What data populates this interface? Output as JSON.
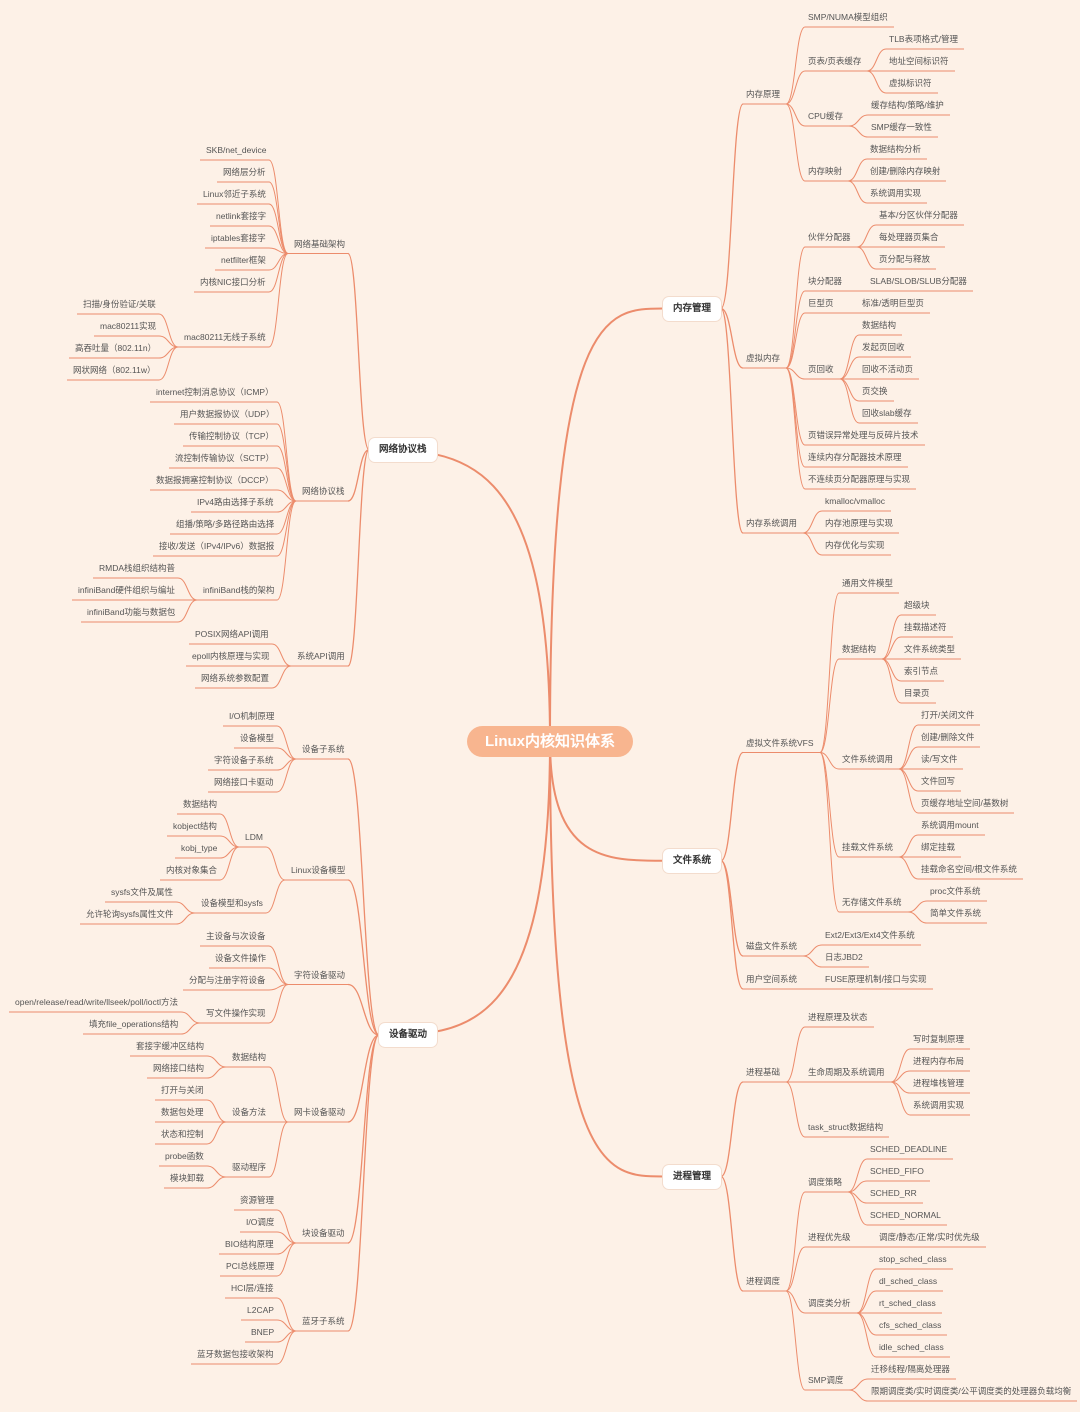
{
  "title": "Linux内核知识体系",
  "colors": {
    "background": "#fdf1e7",
    "line": "#ec8c6c",
    "center": "#f8b58f"
  },
  "branches": [
    {
      "label": "网络协议栈",
      "children": [
        {
          "label": "网络基础架构",
          "children": [
            {
              "label": "SKB/net_device"
            },
            {
              "label": "网络层分析"
            },
            {
              "label": "Linux邻近子系统"
            },
            {
              "label": "netlink套接字"
            },
            {
              "label": "iptables套接字"
            },
            {
              "label": "netfilter框架"
            },
            {
              "label": "内核NIC接口分析"
            },
            {
              "label": "mac80211无线子系统",
              "children": [
                {
                  "label": "扫描/身份验证/关联"
                },
                {
                  "label": "mac80211实现"
                },
                {
                  "label": "高吞吐量（802.11n）"
                },
                {
                  "label": "网状网络（802.11w）"
                }
              ]
            }
          ]
        },
        {
          "label": "网络协议栈",
          "children": [
            {
              "label": "internet控制消息协议（ICMP）"
            },
            {
              "label": "用户数据报协议（UDP）"
            },
            {
              "label": "传输控制协议（TCP）"
            },
            {
              "label": "流控制传输协议（SCTP）"
            },
            {
              "label": "数据报拥塞控制协议（DCCP）"
            },
            {
              "label": "IPv4路由选择子系统"
            },
            {
              "label": "组播/策略/多路径路由选择"
            },
            {
              "label": "接收/发送（IPv4/IPv6）数据报"
            },
            {
              "label": "infiniBand栈的架构",
              "children": [
                {
                  "label": "RMDA栈组织结构普"
                },
                {
                  "label": "infiniBand硬件组织与编址"
                },
                {
                  "label": "infiniBand功能与数据包"
                }
              ]
            }
          ]
        },
        {
          "label": "系统API调用",
          "children": [
            {
              "label": "POSIX网络API调用"
            },
            {
              "label": "epoll内核原理与实现"
            },
            {
              "label": "网络系统参数配置"
            }
          ]
        }
      ]
    },
    {
      "label": "设备驱动",
      "children": [
        {
          "label": "设备子系统",
          "children": [
            {
              "label": "I/O机制原理"
            },
            {
              "label": "设备模型"
            },
            {
              "label": "字符设备子系统"
            },
            {
              "label": "网络接口卡驱动"
            }
          ]
        },
        {
          "label": "Linux设备模型",
          "children": [
            {
              "label": "LDM",
              "children": [
                {
                  "label": "数据结构"
                },
                {
                  "label": "kobject结构"
                },
                {
                  "label": "kobj_type"
                },
                {
                  "label": "内核对象集合"
                }
              ]
            },
            {
              "label": "设备模型和sysfs",
              "children": [
                {
                  "label": "sysfs文件及属性"
                },
                {
                  "label": "允许轮询sysfs属性文件"
                }
              ]
            }
          ]
        },
        {
          "label": "字符设备驱动",
          "children": [
            {
              "label": "主设备与次设备"
            },
            {
              "label": "设备文件操作"
            },
            {
              "label": "分配与注册字符设备"
            },
            {
              "label": "写文件操作实现",
              "children": [
                {
                  "label": "open/release/read/write/llseek/poll/ioctl方法"
                },
                {
                  "label": "填充file_operations结构"
                }
              ]
            }
          ]
        },
        {
          "label": "网卡设备驱动",
          "children": [
            {
              "label": "数据结构",
              "children": [
                {
                  "label": "套接字缓冲区结构"
                },
                {
                  "label": "网络接口结构"
                }
              ]
            },
            {
              "label": "设备方法",
              "children": [
                {
                  "label": "打开与关闭"
                },
                {
                  "label": "数据包处理"
                },
                {
                  "label": "状态和控制"
                }
              ]
            },
            {
              "label": "驱动程序",
              "children": [
                {
                  "label": "probe函数"
                },
                {
                  "label": "模块卸载"
                }
              ]
            }
          ]
        },
        {
          "label": "块设备驱动",
          "children": [
            {
              "label": "资源管理"
            },
            {
              "label": "I/O调度"
            },
            {
              "label": "BIO结构原理"
            },
            {
              "label": "PCI总线原理"
            }
          ]
        },
        {
          "label": "蓝牙子系统",
          "children": [
            {
              "label": "HCI层/连接"
            },
            {
              "label": "L2CAP"
            },
            {
              "label": "BNEP"
            },
            {
              "label": "蓝牙数据包接收架构"
            }
          ]
        }
      ]
    },
    {
      "label": "内存管理",
      "children": [
        {
          "label": "内存原理",
          "children": [
            {
              "label": "SMP/NUMA模型组织"
            },
            {
              "label": "页表/页表缓存",
              "children": [
                {
                  "label": "TLB表项格式/管理"
                },
                {
                  "label": "地址空间标识符"
                },
                {
                  "label": "虚拟标识符"
                }
              ]
            },
            {
              "label": "CPU缓存",
              "children": [
                {
                  "label": "缓存结构/策略/维护"
                },
                {
                  "label": "SMP缓存一致性"
                }
              ]
            },
            {
              "label": "内存映射",
              "children": [
                {
                  "label": "数据结构分析"
                },
                {
                  "label": "创建/删除内存映射"
                },
                {
                  "label": "系统调用实现"
                }
              ]
            }
          ]
        },
        {
          "label": "虚拟内存",
          "children": [
            {
              "label": "伙伴分配器",
              "children": [
                {
                  "label": "基本/分区伙伴分配器"
                },
                {
                  "label": "每处理器页集合"
                },
                {
                  "label": "页分配与释放"
                }
              ]
            },
            {
              "label": "块分配器",
              "children": [
                {
                  "label": "SLAB/SLOB/SLUB分配器"
                }
              ]
            },
            {
              "label": "巨型页",
              "children": [
                {
                  "label": "标准/透明巨型页"
                }
              ]
            },
            {
              "label": "页回收",
              "children": [
                {
                  "label": "数据结构"
                },
                {
                  "label": "发起页回收"
                },
                {
                  "label": "回收不活动页"
                },
                {
                  "label": "页交换"
                },
                {
                  "label": "回收slab缓存"
                }
              ]
            },
            {
              "label": "页错误异常处理与反碎片技术"
            },
            {
              "label": "连续内存分配器技术原理"
            },
            {
              "label": "不连续页分配器原理与实现"
            }
          ]
        },
        {
          "label": "内存系统调用",
          "children": [
            {
              "label": "kmalloc/vmalloc"
            },
            {
              "label": "内存池原理与实现"
            },
            {
              "label": "内存优化与实现"
            }
          ]
        }
      ]
    },
    {
      "label": "文件系统",
      "children": [
        {
          "label": "虚拟文件系统VFS",
          "children": [
            {
              "label": "通用文件模型"
            },
            {
              "label": "数据结构",
              "children": [
                {
                  "label": "超级块"
                },
                {
                  "label": "挂载描述符"
                },
                {
                  "label": "文件系统类型"
                },
                {
                  "label": "索引节点"
                },
                {
                  "label": "目录页"
                }
              ]
            },
            {
              "label": "文件系统调用",
              "children": [
                {
                  "label": "打开/关闭文件"
                },
                {
                  "label": "创建/删除文件"
                },
                {
                  "label": "读/写文件"
                },
                {
                  "label": "文件回写"
                },
                {
                  "label": "页缓存地址空间/基数树"
                }
              ]
            },
            {
              "label": "挂载文件系统",
              "children": [
                {
                  "label": "系统调用mount"
                },
                {
                  "label": "绑定挂载"
                },
                {
                  "label": "挂载命名空间/根文件系统"
                }
              ]
            },
            {
              "label": "无存储文件系统",
              "children": [
                {
                  "label": "proc文件系统"
                },
                {
                  "label": "简单文件系统"
                }
              ]
            }
          ]
        },
        {
          "label": "磁盘文件系统",
          "children": [
            {
              "label": "Ext2/Ext3/Ext4文件系统"
            },
            {
              "label": "日志JBD2"
            }
          ]
        },
        {
          "label": "用户空间系统",
          "children": [
            {
              "label": "FUSE原理机制/接口与实现"
            }
          ]
        }
      ]
    },
    {
      "label": "进程管理",
      "children": [
        {
          "label": "进程基础",
          "children": [
            {
              "label": "进程原理及状态"
            },
            {
              "label": "生命周期及系统调用",
              "children": [
                {
                  "label": "写时复制原理"
                },
                {
                  "label": "进程内存布局"
                },
                {
                  "label": "进程堆栈管理"
                },
                {
                  "label": "系统调用实现"
                }
              ]
            },
            {
              "label": "task_struct数据结构"
            }
          ]
        },
        {
          "label": "进程调度",
          "children": [
            {
              "label": "调度策略",
              "children": [
                {
                  "label": "SCHED_DEADLINE"
                },
                {
                  "label": "SCHED_FIFO"
                },
                {
                  "label": "SCHED_RR"
                },
                {
                  "label": "SCHED_NORMAL"
                }
              ]
            },
            {
              "label": "进程优先级",
              "children": [
                {
                  "label": "调度/静态/正常/实时优先级"
                }
              ]
            },
            {
              "label": "调度类分析",
              "children": [
                {
                  "label": "stop_sched_class"
                },
                {
                  "label": "dl_sched_class"
                },
                {
                  "label": "rt_sched_class"
                },
                {
                  "label": "cfs_sched_class"
                },
                {
                  "label": "idle_sched_class"
                }
              ]
            },
            {
              "label": "SMP调度",
              "children": [
                {
                  "label": "迁移线程/隔离处理器"
                },
                {
                  "label": "限期调度类/实时调度类/公平调度类的处理器负载均衡"
                }
              ]
            }
          ]
        }
      ]
    }
  ]
}
